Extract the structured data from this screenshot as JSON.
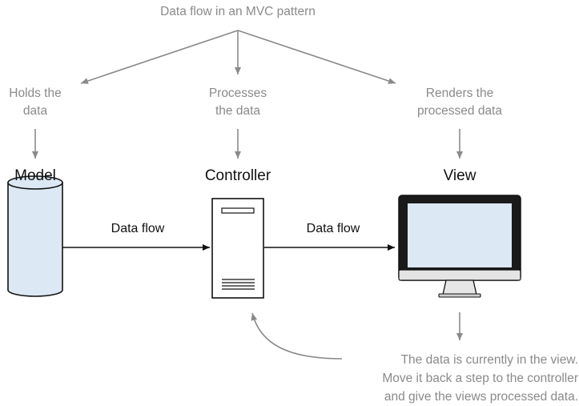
{
  "title": "Data flow in an MVC pattern",
  "columns": {
    "model": {
      "description": [
        "Holds the",
        "data"
      ],
      "heading": "Model",
      "icon": "database-cylinder-icon"
    },
    "controller": {
      "description": [
        "Processes",
        "the data"
      ],
      "heading": "Controller",
      "icon": "server-tower-icon"
    },
    "view": {
      "description": [
        "Renders the",
        "processed data"
      ],
      "heading": "View",
      "icon": "monitor-icon"
    }
  },
  "flows": [
    {
      "from": "model",
      "to": "controller",
      "label": "Data flow"
    },
    {
      "from": "controller",
      "to": "view",
      "label": "Data flow"
    }
  ],
  "note": [
    "The data is currently in the view.",
    "Move it back a step to the controller",
    "and give the views processed data."
  ],
  "colors": {
    "arrow_gray": "#8a8a8a",
    "label_gray": "#8a8a8a",
    "screen_fill": "#dce8f3",
    "cylinder_fill": "#dce8f3",
    "dark": "#111111"
  }
}
